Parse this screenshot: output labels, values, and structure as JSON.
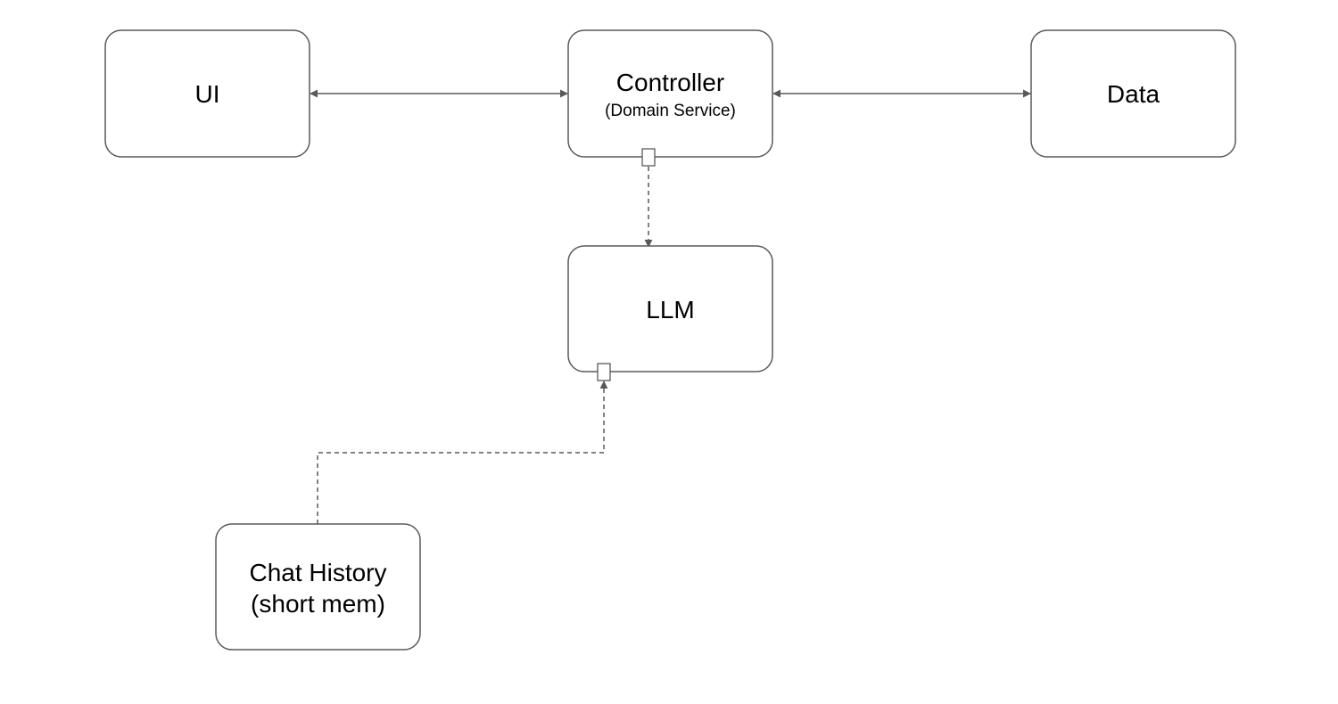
{
  "colors": {
    "background": "#ffffff",
    "node_fill": "#ffffff",
    "node_stroke": "#595959",
    "edge_stroke": "#595959",
    "text": "#000000"
  },
  "nodes": {
    "ui": {
      "label": "UI"
    },
    "controller": {
      "label": "Controller",
      "sublabel": "(Domain Service)"
    },
    "data": {
      "label": "Data"
    },
    "llm": {
      "label": "LLM"
    },
    "chat_history": {
      "label_line1": "Chat History",
      "label_line2": "(short mem)"
    }
  },
  "edges": [
    {
      "from": "ui",
      "to": "controller",
      "style": "solid",
      "direction": "both"
    },
    {
      "from": "controller",
      "to": "data",
      "style": "solid",
      "direction": "both"
    },
    {
      "from": "controller",
      "to": "llm",
      "style": "dashed",
      "direction": "forward"
    },
    {
      "from": "chat_history",
      "to": "llm",
      "style": "dashed",
      "direction": "forward"
    }
  ]
}
